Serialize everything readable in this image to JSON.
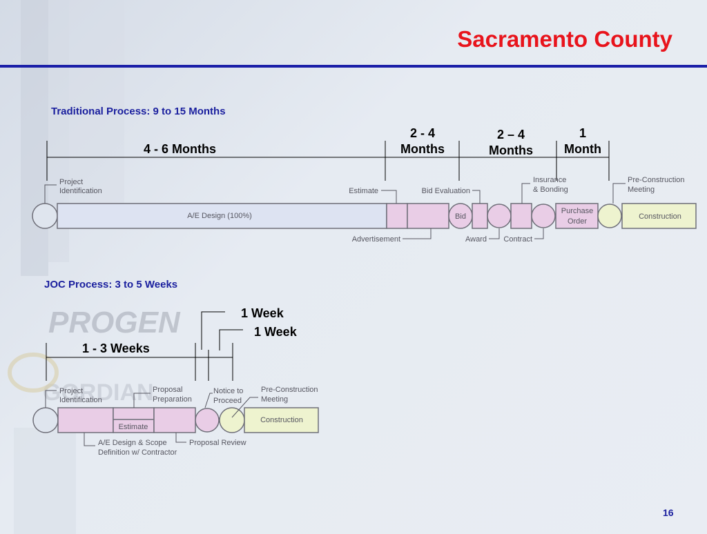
{
  "slide": {
    "title": "Sacramento County",
    "page_number": "16",
    "colors": {
      "title": "#e8141c",
      "rule": "#1b1fa8",
      "section_heading": "#1a1f9e",
      "pink": "#e9cde6",
      "lavender": "#d9dff0",
      "light_green": "#eef3cf"
    }
  },
  "traditional": {
    "heading": "Traditional Process: 9 to 15 Months",
    "durations": [
      "4 - 6 Months",
      "2 - 4",
      "Months",
      "2 – 4",
      "Months",
      "1",
      "Month"
    ],
    "labels": {
      "project_identification": [
        "Project",
        "Identification"
      ],
      "ae_design": "A/E Design (100%)",
      "estimate": "Estimate",
      "advertisement": "Advertisement",
      "bid_evaluation": "Bid Evaluation",
      "bid": "Bid",
      "award": "Award",
      "contract": "Contract",
      "insurance": [
        "Insurance",
        "& Bonding"
      ],
      "purchase_order": [
        "Purchase",
        "Order"
      ],
      "pre_construction": [
        "Pre-Construction",
        "Meeting"
      ],
      "construction": "Construction"
    }
  },
  "joc": {
    "heading": "JOC Process: 3 to 5 Weeks",
    "durations": [
      "1 Week",
      "1 Week",
      "1 - 3 Weeks"
    ],
    "labels": {
      "project_identification": [
        "Project",
        "Identification"
      ],
      "proposal_preparation": [
        "Proposal",
        "Preparation"
      ],
      "estimate": "Estimate",
      "notice_to_proceed": [
        "Notice to",
        "Proceed"
      ],
      "pre_construction": [
        "Pre-Construction",
        "Meeting"
      ],
      "construction": "Construction",
      "ae_design_scope": [
        "A/E Design & Scope",
        "Definition w/ Contractor"
      ],
      "proposal_review": "Proposal Review"
    }
  },
  "background": {
    "logos": [
      "PROGEN",
      "GORDIAN"
    ]
  }
}
